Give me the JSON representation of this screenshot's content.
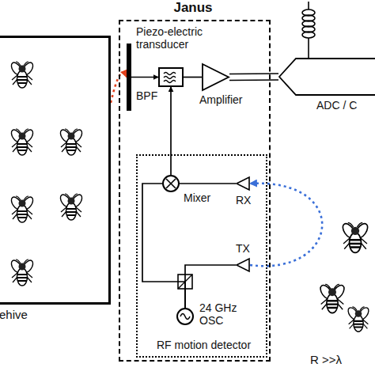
{
  "diagram": {
    "nodes": [
      {
        "text": [
          "Janus"
        ]
      },
      {
        "text": [
          "Piezo-electric transducer"
        ],
        "in": 0
      },
      {
        "text": [
          "BPF"
        ],
        "in": 0
      },
      {
        "text": [
          "Amplifier"
        ],
        "in": 0
      },
      {
        "text": [
          "RF motion detector"
        ],
        "in": 0
      },
      {
        "text": [
          "Mixer"
        ],
        "in": 4
      },
      {
        "text": [
          "RX"
        ],
        "in": 4
      },
      {
        "text": [
          "TX"
        ],
        "in": 4
      },
      {
        "text": [
          "24 GHz OSC"
        ],
        "in": 4
      },
      {
        "text": [
          "ADC / C"
        ]
      },
      {
        "text": [
          "ehive"
        ]
      }
    ],
    "edges": [
      {
        "from": 1,
        "to": 2,
        "arrow": "to"
      },
      {
        "from": 2,
        "to": 3,
        "arrow": "none"
      },
      {
        "from": 3,
        "to": 9,
        "arrow": "none"
      },
      {
        "from": 5,
        "to": 2,
        "arrow": "to"
      },
      {
        "from": 6,
        "to": 5,
        "arrow": "none"
      },
      {
        "from": 8,
        "to": 7,
        "arrow": "none"
      },
      {
        "from": 8,
        "to": 5,
        "arrow": "none"
      },
      {
        "from": 10,
        "to": 1,
        "arrow": "to"
      },
      {
        "from": 7,
        "to": 6,
        "arrow": "to"
      }
    ],
    "labels": [
      "R >>λ"
    ]
  }
}
